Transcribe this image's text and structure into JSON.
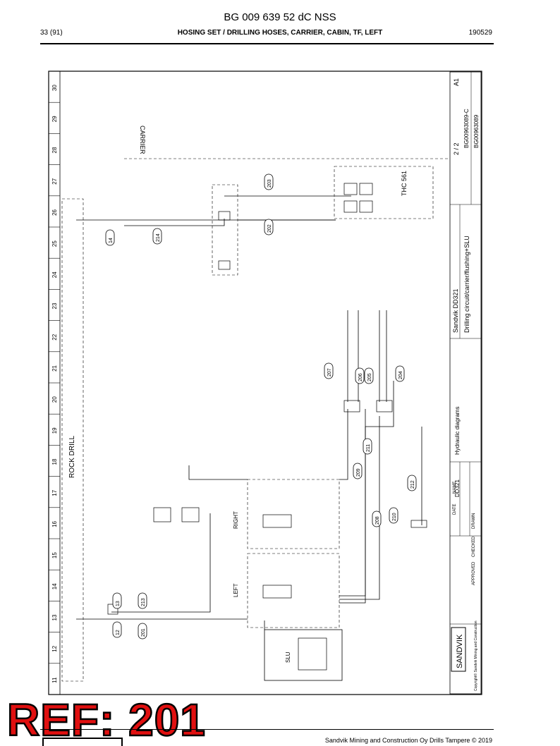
{
  "header": {
    "title": "BG 009 639 52 dC NSS",
    "page": "33 (91)",
    "subtitle": "HOSING SET / DRILLING HOSES, CARRIER, CABIN, TF, LEFT",
    "date": "190529"
  },
  "frame": {
    "column_numbers": [
      "30",
      "29",
      "28",
      "27",
      "26",
      "25",
      "24",
      "23",
      "22",
      "21",
      "20",
      "19",
      "18",
      "17",
      "16",
      "15",
      "14",
      "13",
      "12",
      "11"
    ]
  },
  "diagram": {
    "area_labels": {
      "carrier": "CARRIER",
      "rock_drill": "ROCK DRILL",
      "thc": "THC 561",
      "slu": "SLU",
      "right": "RIGHT",
      "left": "LEFT"
    },
    "callouts": [
      "203",
      "14",
      "214",
      "202",
      "207",
      "206",
      "205",
      "204",
      "211",
      "209",
      "212",
      "208",
      "210",
      "13",
      "213",
      "12",
      "201"
    ]
  },
  "title_block": {
    "brand": "SANDVIK",
    "copyright": "Copyright© Sandvik Mining and Construction",
    "product": "Sandvik DD321",
    "drawing_title": "Drilling circuit/carrier/flushing+SLU",
    "category": "Hydraulic diagrams",
    "model": "DD321",
    "sheet": "2 / 2",
    "size": "A1",
    "drawing_no": "BG00963089-C",
    "ref_no": "BG00963089",
    "col_date": "DATE",
    "col_name": "NAME",
    "row_drawn": "DRAWN",
    "row_checked": "CHECKED",
    "row_approved": "APPROVED"
  },
  "overlay": {
    "ref_label": "REF: 201"
  },
  "footer": {
    "copyright": "Sandvik Mining and Construction Oy Drills Tampere © 2019"
  }
}
